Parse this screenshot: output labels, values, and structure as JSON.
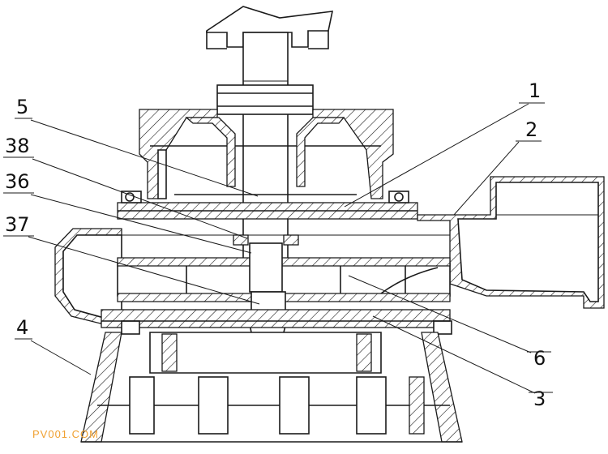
{
  "labels": {
    "l5": "5",
    "l38": "38",
    "l36": "36",
    "l37": "37",
    "l4": "4",
    "l1": "1",
    "l2": "2",
    "l6": "6",
    "l3": "3"
  },
  "watermark": "PV001.COM"
}
